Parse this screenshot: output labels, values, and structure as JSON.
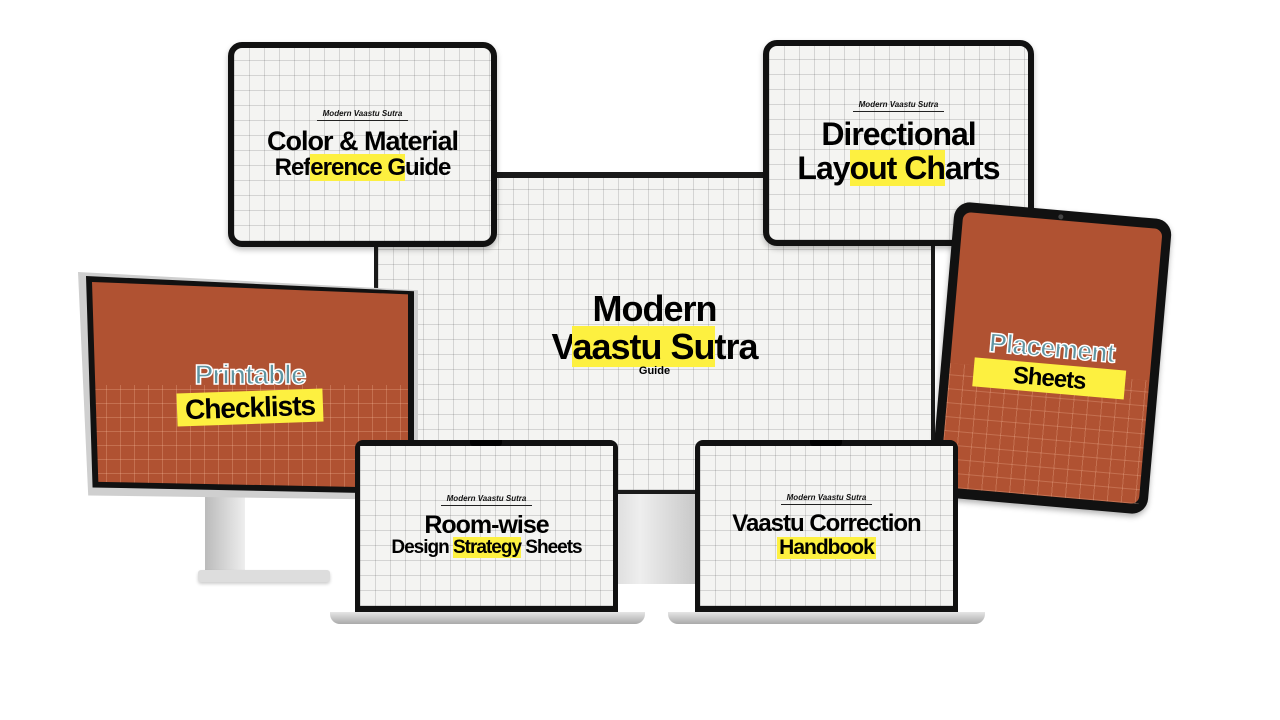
{
  "brand": "Modern Vaastu Sutra",
  "center_monitor": {
    "line1": "Modern",
    "line2a": "V",
    "line2b": "aastu Su",
    "line2c": "tra",
    "line3": "Guide"
  },
  "top_left_tablet": {
    "brand": "Modern Vaastu Sutra",
    "line1": "Color & Material",
    "line2a": "Ref",
    "line2b": "erence G",
    "line2c": "uide"
  },
  "top_right_tablet": {
    "brand": "Modern Vaastu Sutra",
    "line1": "Directional",
    "line2a": "Lay",
    "line2b": "out Ch",
    "line2c": "arts"
  },
  "left_monitor": {
    "line1": "Printable",
    "line2": "Checklists"
  },
  "right_tablet": {
    "line1": "Placement",
    "line2": "Sheets"
  },
  "laptop_left": {
    "brand": "Modern Vaastu Sutra",
    "line1": "Room-wise",
    "line2a": "Design ",
    "line2b": "Strategy",
    "line2c": " Sheets"
  },
  "laptop_right": {
    "brand": "Modern Vaastu Sutra",
    "line1": "Vaastu Correction",
    "line2": "Handbook"
  },
  "colors": {
    "accent_yellow": "#fdf040",
    "brown": "#b05232",
    "teal": "#5f95a2"
  }
}
